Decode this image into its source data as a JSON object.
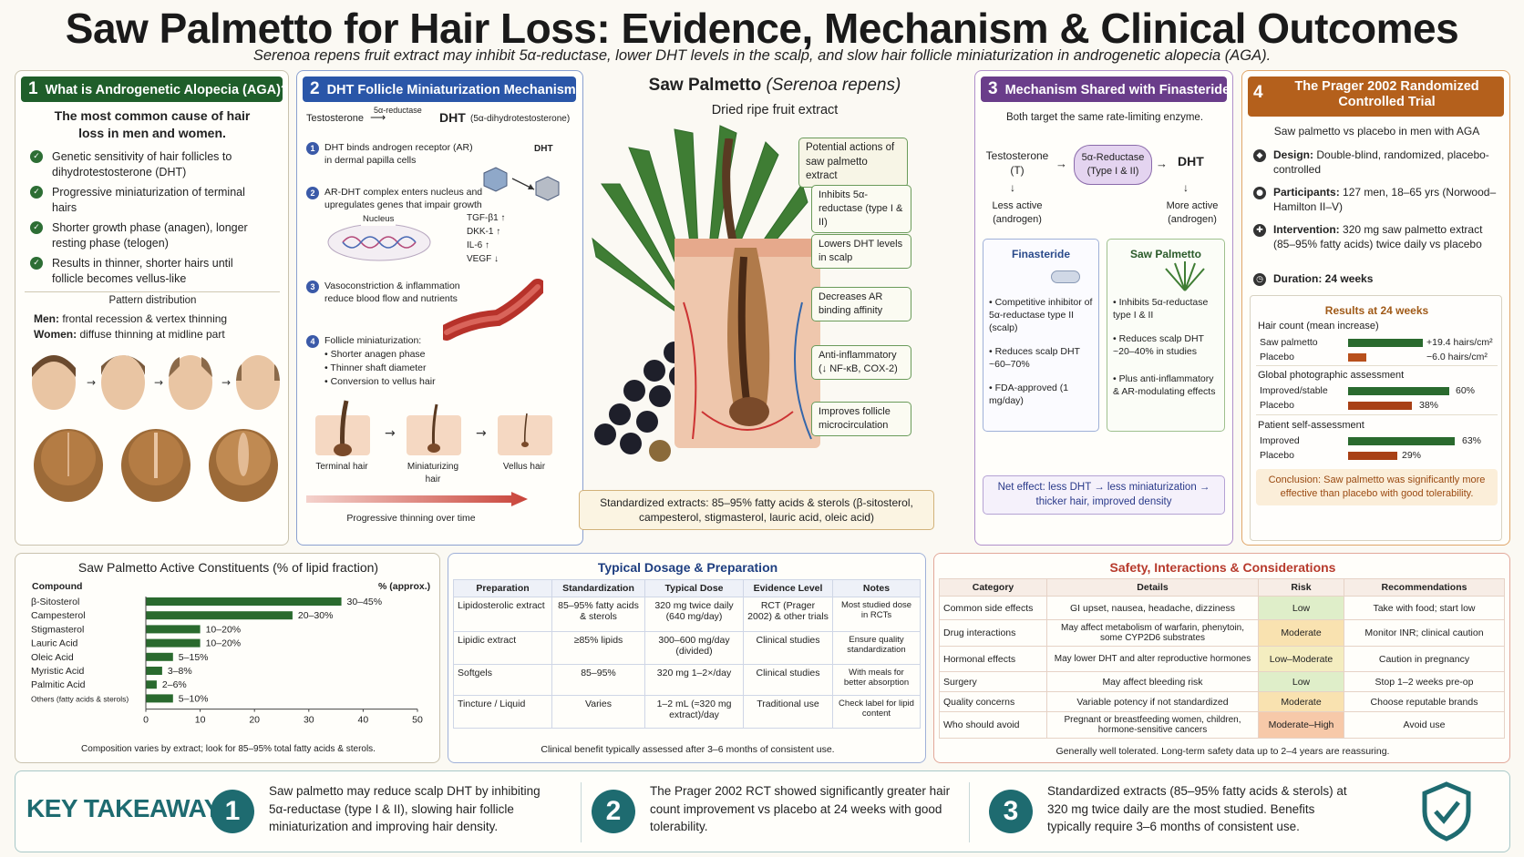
{
  "title": "Saw Palmetto for Hair Loss: Evidence, Mechanism & Clinical Outcomes",
  "subtitle": "Serenoa repens fruit extract may inhibit 5α-reductase, lower DHT levels in the scalp, and slow hair follicle miniaturization in androgenetic alopecia (AGA).",
  "p1": {
    "num": "1",
    "title": "What is Androgenetic Alopecia (AGA)?",
    "lead": "The most common cause of hair loss in men and women.",
    "items": [
      "Genetic sensitivity of hair follicles to dihydrotestosterone (DHT)",
      "Progressive miniaturization of terminal hairs",
      "Shorter growth phase (anagen), longer resting phase (telogen)",
      "Results in thinner, shorter hairs until follicle becomes vellus-like"
    ],
    "pattern_title": "Pattern distribution",
    "men_label": "Men:",
    "men_text": "frontal recession & vertex thinning",
    "women_label": "Women:",
    "women_text": "diffuse thinning at midline part"
  },
  "p2": {
    "num": "2",
    "title": "DHT Follicle Miniaturization Mechanism",
    "testosterone": "Testosterone",
    "enzyme": "5α-reductase",
    "dht": "DHT",
    "dht_full": "(5α-dihydrotestosterone)",
    "step1": "DHT binds androgen receptor (AR) in dermal papilla cells",
    "dht_label": "DHT",
    "step2": "AR-DHT complex enters nucleus and upregulates genes that impair growth",
    "nucleus": "Nucleus",
    "genes": [
      "TGF-β1 ↑",
      "DKK-1 ↑",
      "IL-6 ↑",
      "VEGF ↓"
    ],
    "step3": "Vasoconstriction & inflammation reduce blood flow and nutrients",
    "step4_title": "Follicle miniaturization:",
    "step4_items": [
      "• Shorter anagen phase",
      "• Thinner shaft diameter",
      "• Conversion to vellus hair"
    ],
    "hair_labels": [
      "Terminal hair",
      "Miniaturizing hair",
      "Vellus hair"
    ],
    "progress": "Progressive thinning over time"
  },
  "center": {
    "title_plain": "Saw Palmetto",
    "title_italic": "(Serenoa repens)",
    "sub": "Dried ripe fruit extract",
    "actions_title": "Potential actions of saw palmetto extract",
    "actions": [
      "Inhibits 5α-reductase (type I & II)",
      "Lowers DHT levels in scalp",
      "Decreases AR binding affinity",
      "Anti-inflammatory (↓ NF-κB, COX-2)",
      "Improves follicle microcirculation"
    ],
    "extract": "Standardized extracts: 85–95% fatty acids & sterols (β-sitosterol, campesterol, stigmasterol, lauric acid, oleic acid)"
  },
  "p3": {
    "num": "3",
    "title": "Mechanism Shared with Finasteride",
    "intro": "Both target the same rate-limiting enzyme.",
    "testosterone": "Testosterone (T)",
    "enzyme": "5α-Reductase (Type I & II)",
    "dht": "DHT",
    "less": "Less active (androgen)",
    "more": "More active (androgen)",
    "fin_title": "Finasteride",
    "fin_items": [
      "• Competitive inhibitor of 5α-reductase type II (scalp)",
      "• Reduces scalp DHT ~60–70%",
      "• FDA-approved (1 mg/day)"
    ],
    "saw_title": "Saw Palmetto",
    "saw_items": [
      "• Inhibits 5α-reductase type I & II",
      "• Reduces scalp DHT ~20–40% in studies",
      "• Plus anti-inflammatory & AR-modulating effects"
    ],
    "net": "Net effect: less DHT → less miniaturization → thicker hair, improved density"
  },
  "p4": {
    "num": "4",
    "title": "The Prager 2002 Randomized Controlled Trial",
    "intro": "Saw palmetto vs placebo in men with AGA",
    "design_label": "Design:",
    "design": "Double-blind, randomized, placebo-controlled",
    "participants_label": "Participants:",
    "participants": "127 men, 18–65 yrs (Norwood–Hamilton II–V)",
    "intervention_label": "Intervention:",
    "intervention": "320 mg saw palmetto extract (85–95% fatty acids) twice daily vs placebo",
    "duration_label": "Duration:",
    "duration": "24 weeks",
    "results_title": "Results at 24 weeks",
    "hc_title": "Hair count (mean increase)",
    "hc_rows": [
      {
        "label": "Saw palmetto",
        "value": "+19.4 hairs/cm²"
      },
      {
        "label": "Placebo",
        "value": "−6.0 hairs/cm²"
      }
    ],
    "gpa_title": "Global photographic assessment",
    "gpa_rows": [
      {
        "label": "Improved/stable",
        "value": "60%"
      },
      {
        "label": "Placebo",
        "value": "38%"
      }
    ],
    "psa_title": "Patient self-assessment",
    "psa_rows": [
      {
        "label": "Improved",
        "value": "63%"
      },
      {
        "label": "Placebo",
        "value": "29%"
      }
    ],
    "conclusion": "Conclusion: Saw palmetto was significantly more effective than placebo with good tolerability."
  },
  "chart_data": {
    "type": "bar",
    "title": "Saw Palmetto Active Constituents (% of lipid fraction)",
    "col_left": "Compound",
    "col_right": "% (approx.)",
    "categories": [
      "β-Sitosterol",
      "Campesterol",
      "Stigmasterol",
      "Lauric Acid",
      "Oleic Acid",
      "Myristic Acid",
      "Palmitic Acid",
      "Others (fatty acids & sterols)"
    ],
    "values": [
      36,
      27,
      10,
      10,
      5,
      3,
      2,
      5
    ],
    "range_labels": [
      "30–45%",
      "20–30%",
      "10–20%",
      "10–20%",
      "5–15%",
      "3–8%",
      "2–6%",
      "5–10%"
    ],
    "xlim": [
      0,
      50
    ],
    "xticks": [
      "0",
      "10",
      "20",
      "30",
      "40",
      "50"
    ],
    "note": "Composition varies by extract; look for 85–95% total fatty acids & sterols.",
    "color": "#2a6a2e"
  },
  "dosage": {
    "title": "Typical Dosage & Preparation",
    "headers": [
      "Preparation",
      "Standardization",
      "Typical Dose",
      "Evidence Level",
      "Notes"
    ],
    "rows": [
      [
        "Lipidosterolic extract",
        "85–95% fatty acids & sterols",
        "320 mg twice daily (640 mg/day)",
        "RCT (Prager 2002) & other trials",
        "Most studied dose in RCTs"
      ],
      [
        "Lipidic extract",
        "≥85% lipids",
        "300–600 mg/day (divided)",
        "Clinical studies",
        "Ensure quality standardization"
      ],
      [
        "Softgels",
        "85–95%",
        "320 mg 1–2×/day",
        "Clinical studies",
        "With meals for better absorption"
      ],
      [
        "Tincture / Liquid",
        "Varies",
        "1–2 mL (≈320 mg extract)/day",
        "Traditional use",
        "Check label for lipid content"
      ]
    ],
    "note": "Clinical benefit typically assessed after 3–6 months of consistent use."
  },
  "safety": {
    "title": "Safety, Interactions & Considerations",
    "headers": [
      "Category",
      "Details",
      "Risk",
      "Recommendations"
    ],
    "rows": [
      [
        "Common side effects",
        "GI upset, nausea, headache, dizziness",
        "Low",
        "Take with food; start low"
      ],
      [
        "Drug interactions",
        "May affect metabolism of warfarin, phenytoin, some CYP2D6 substrates",
        "Moderate",
        "Monitor INR; clinical caution"
      ],
      [
        "Hormonal effects",
        "May lower DHT and alter reproductive hormones",
        "Low–Moderate",
        "Caution in pregnancy"
      ],
      [
        "Surgery",
        "May affect bleeding risk",
        "Low",
        "Stop 1–2 weeks pre-op"
      ],
      [
        "Quality concerns",
        "Variable potency if not standardized",
        "Moderate",
        "Choose reputable brands"
      ],
      [
        "Who should avoid",
        "Pregnant or breastfeeding women, children, hormone-sensitive cancers",
        "Moderate–High",
        "Avoid use"
      ]
    ],
    "note": "Generally well tolerated. Long-term safety data up to 2–4 years are reassuring."
  },
  "takeaways": {
    "title": "KEY TAKEAWAYS",
    "items": [
      {
        "num": "1",
        "text": "Saw palmetto may reduce scalp DHT by inhibiting 5α-reductase (type I & II), slowing hair follicle miniaturization and improving hair density."
      },
      {
        "num": "2",
        "text": "The Prager 2002 RCT showed significantly greater hair count improvement vs placebo at 24 weeks with good tolerability."
      },
      {
        "num": "3",
        "text": "Standardized extracts (85–95% fatty acids & sterols) at 320 mg twice daily are the most studied. Benefits typically require 3–6 months of consistent use."
      }
    ]
  },
  "colors": {
    "green": "#1f5e2a",
    "blue": "#2a56a8",
    "purple": "#6a3d8a",
    "orange": "#b4601c",
    "teal": "#1e6b70",
    "red": "#b73a2c"
  }
}
